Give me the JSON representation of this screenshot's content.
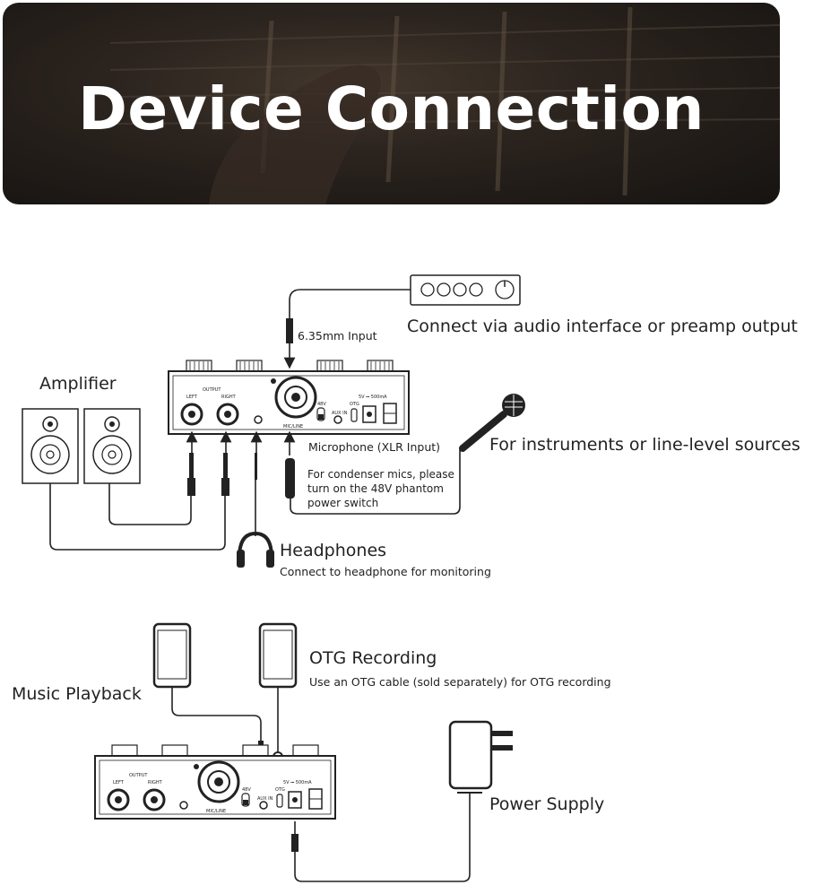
{
  "banner": {
    "title": "Device Connection"
  },
  "top_diagram": {
    "interface_label": "Connect via audio interface or preamp output",
    "input_635": "6.35mm Input",
    "amplifier": "Amplifier",
    "mic_xlr": "Microphone (XLR Input)",
    "instruments": "For instruments or line-level sources",
    "condenser_note": "For condenser mics, please turn on the 48V phantom power switch",
    "headphones": "Headphones",
    "headphones_sub": "Connect to headphone for monitoring"
  },
  "bottom_diagram": {
    "music_playback": "Music Playback",
    "otg_recording": "OTG Recording",
    "otg_sub": "Use an OTG cable (sold separately) for OTG recording",
    "power_supply": "Power Supply"
  },
  "device_panel": {
    "output": "OUTPUT",
    "left": "LEFT",
    "right": "RIGHT",
    "v48": "48V",
    "aux_in": "AUX IN",
    "otg": "OTG",
    "dc_in": "5V ⎓ 500mA",
    "mic_line": "MIC/LINE"
  }
}
